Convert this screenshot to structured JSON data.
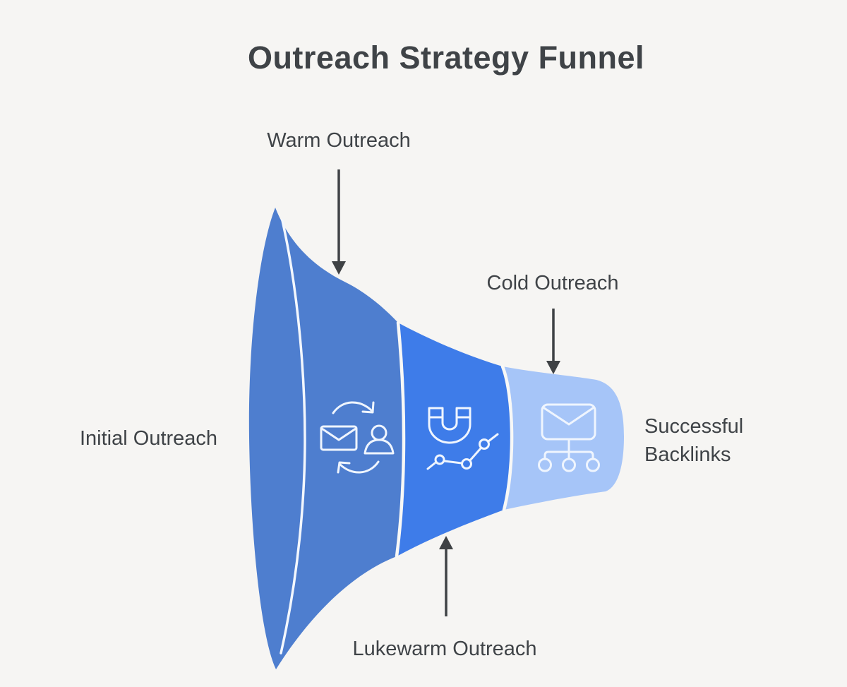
{
  "title": "Outreach Strategy Funnel",
  "labels": {
    "warm": "Warm Outreach",
    "cold": "Cold Outreach",
    "initial": "Initial Outreach",
    "successful": "Successful Backlinks",
    "lukewarm": "Lukewarm Outreach"
  },
  "stages": [
    {
      "name": "Initial Outreach",
      "icon": "email-person-sync-icon"
    },
    {
      "name": "Lukewarm Outreach",
      "icon": "magnet-growth-icon"
    },
    {
      "name": "Cold Outreach",
      "icon": "email-sitemap-icon"
    },
    {
      "name": "Successful Backlinks",
      "icon": null
    }
  ],
  "colors": {
    "background": "#F6F5F3",
    "text": "#3F4347",
    "segment_initial": "#4E7ECF",
    "segment_middle": "#3E7CE9",
    "segment_final": "#A6C5F8",
    "divider_line": "#F8F8F6",
    "rim_line": "#F3F7FD",
    "icon_stroke": "#EFF5FE",
    "arrow": "#3F4245"
  }
}
